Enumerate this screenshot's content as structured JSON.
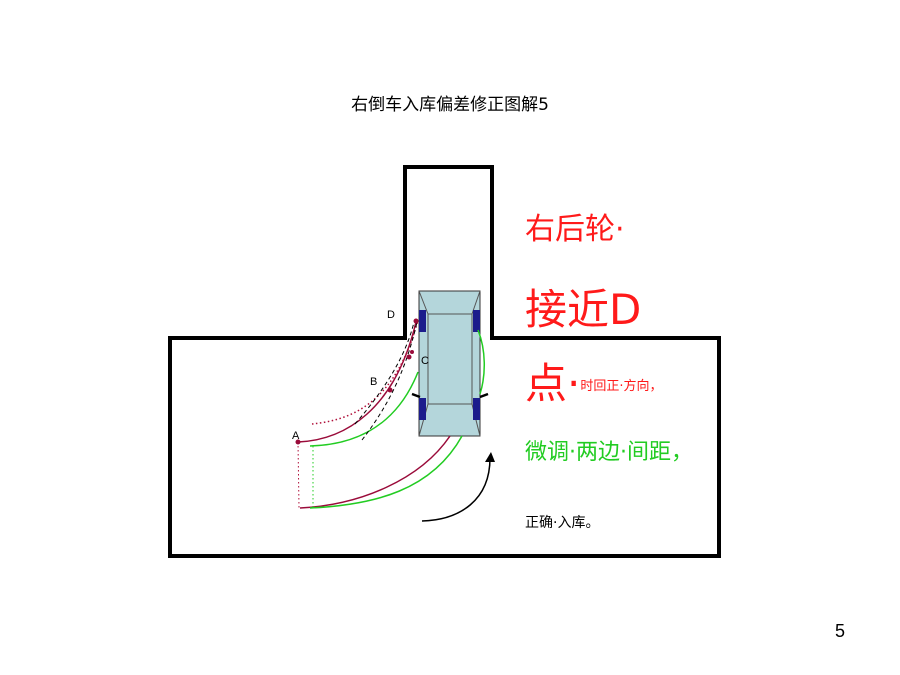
{
  "title": "右倒车入库偏差修正图解5",
  "labels": {
    "a": "A",
    "b": "B",
    "c": "C",
    "d": "D"
  },
  "notes": {
    "line1": "右后轮·",
    "line2": "接近D",
    "line3_big": "点·",
    "line3_small": "时回正·方向，",
    "line4": "微调·两边·间距，",
    "line5": "正确·入库。"
  },
  "page_number": "5",
  "colors": {
    "wall": "#000000",
    "car_body": "#b4d6db",
    "wheel": "#1c1c8c",
    "path_red": "#9a0b3a",
    "path_green": "#22cc22",
    "note_red": "#ff1a1a",
    "note_green": "#22cc22"
  }
}
